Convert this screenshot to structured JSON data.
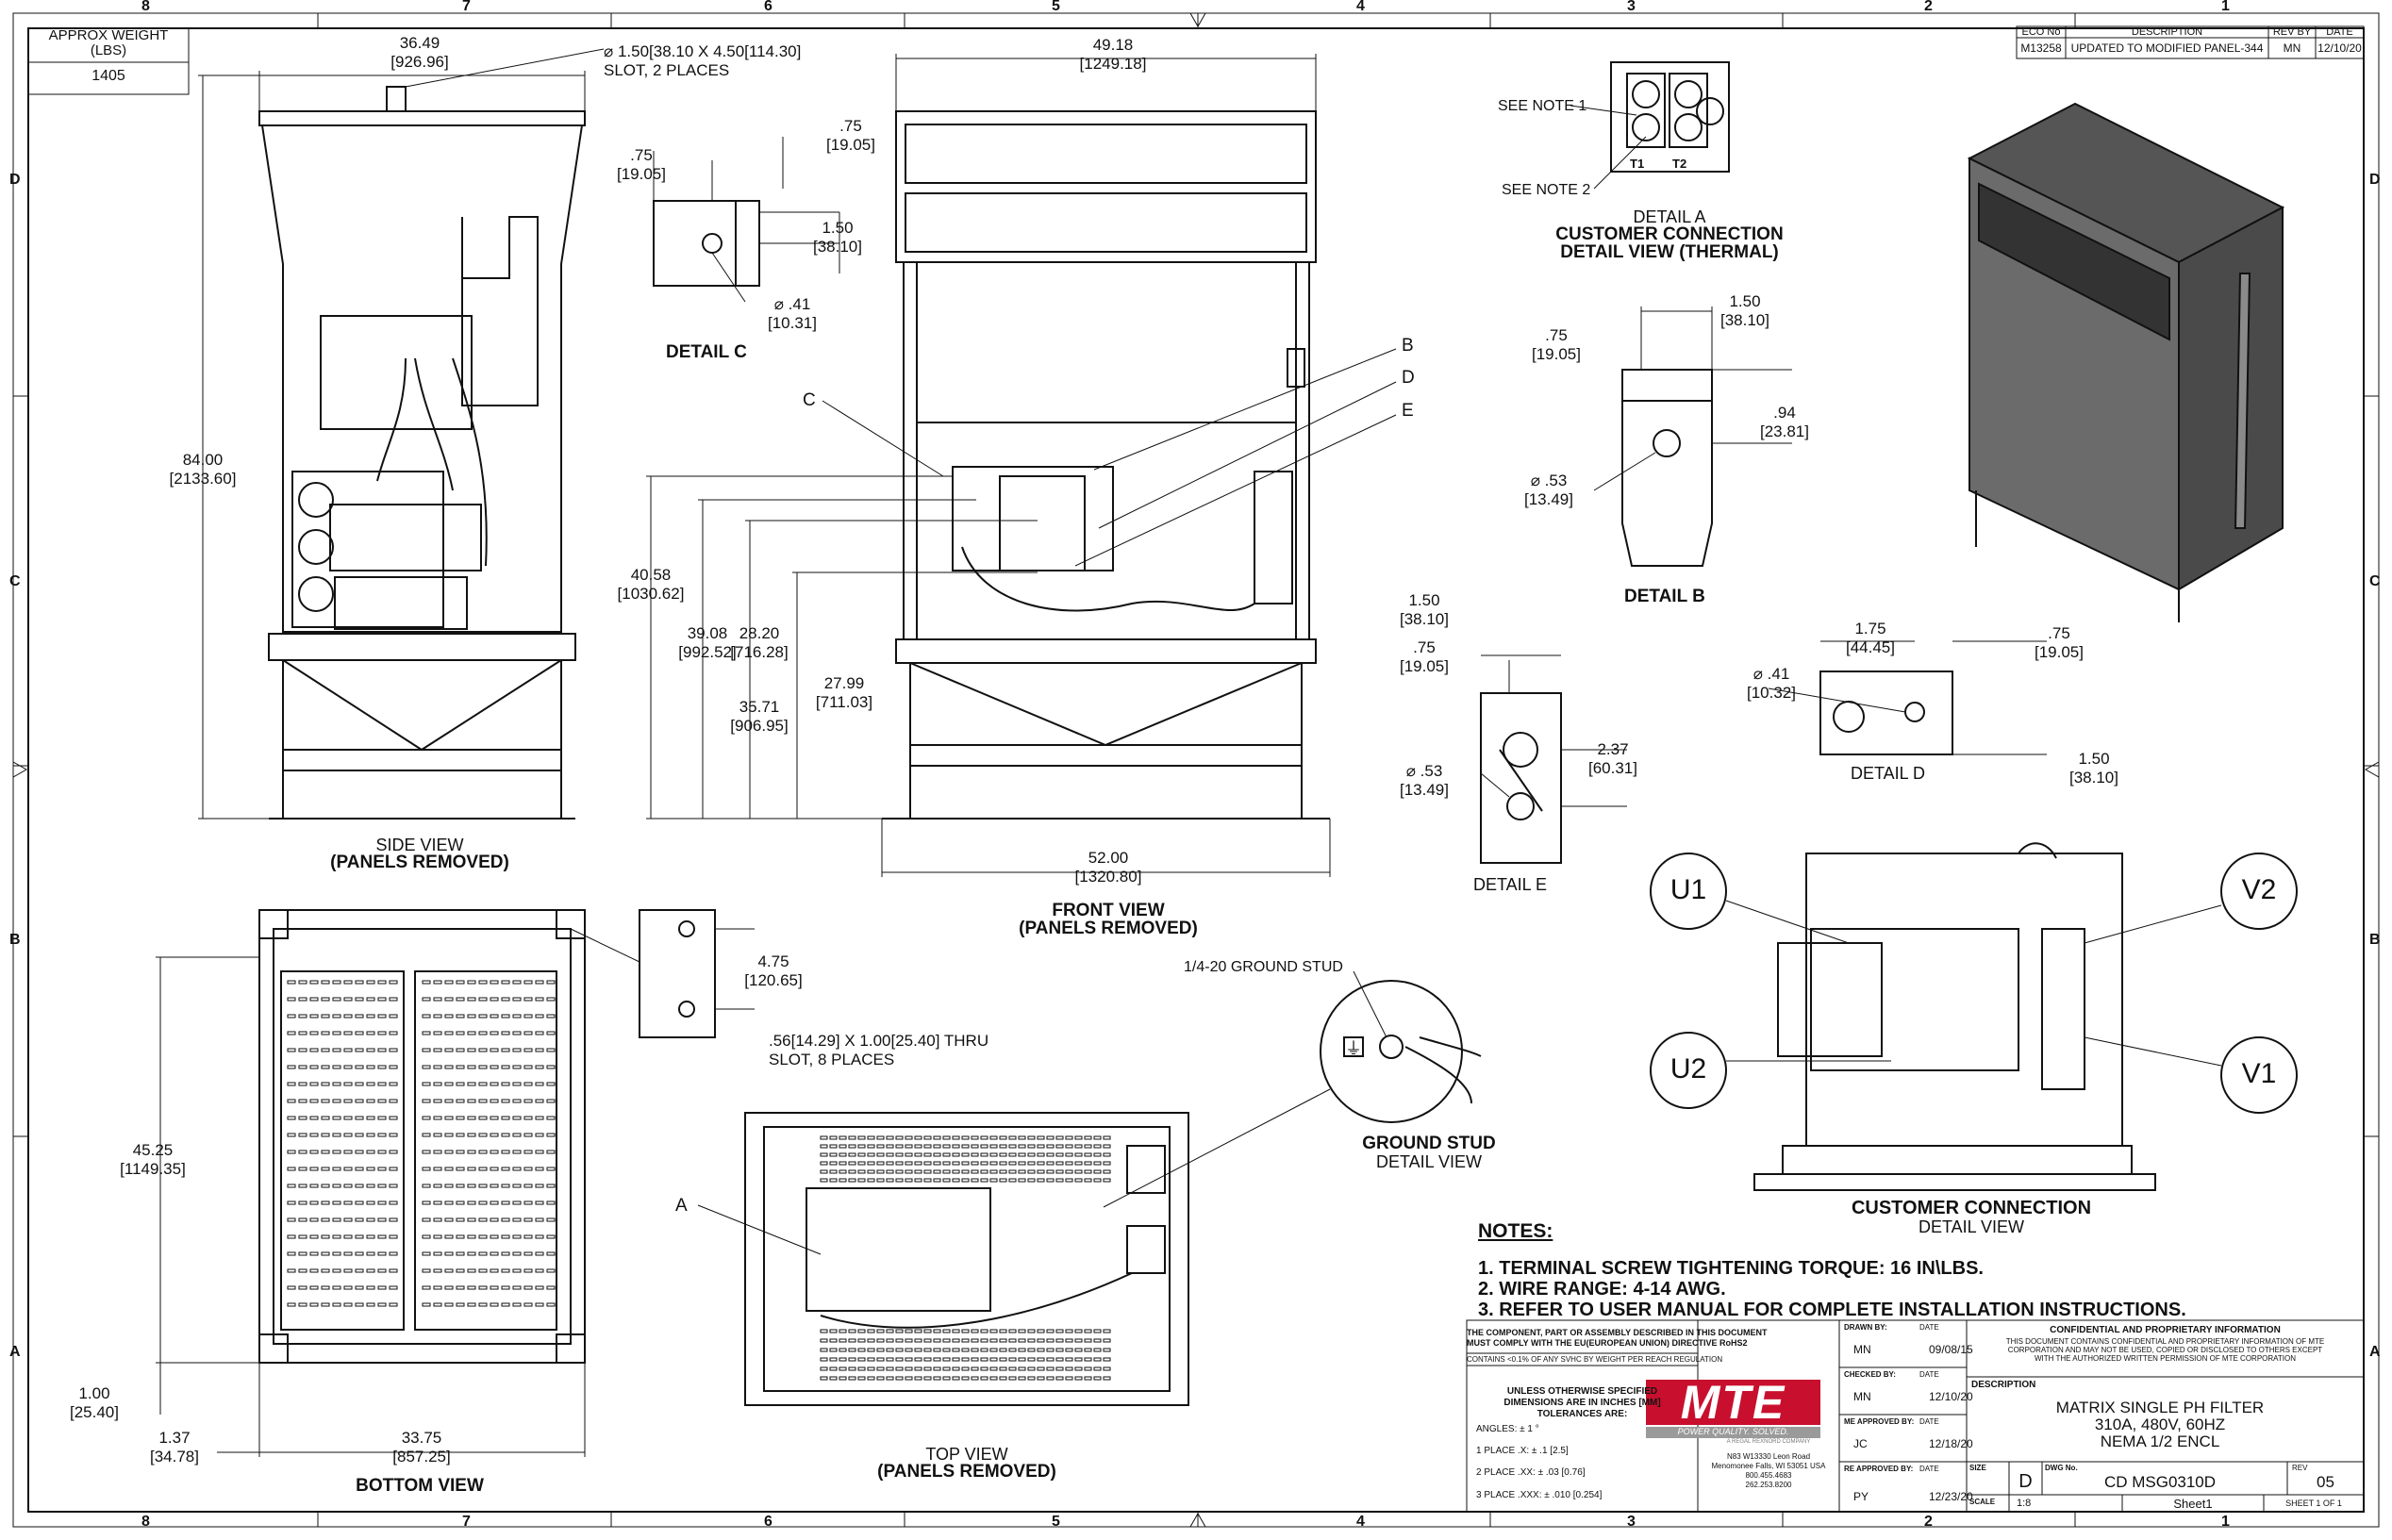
{
  "zones": {
    "top": [
      "8",
      "7",
      "6",
      "5",
      "4",
      "3",
      "2",
      "1"
    ],
    "bottom": [
      "8",
      "7",
      "6",
      "5",
      "4",
      "3",
      "2",
      "1"
    ],
    "left": [
      "D",
      "C",
      "B",
      "A"
    ],
    "right": [
      "D",
      "C",
      "B",
      "A"
    ]
  },
  "weight_box": {
    "label_line1": "APPROX WEIGHT",
    "label_line2": "(LBS)",
    "value": "1405"
  },
  "revision_block": {
    "headers": [
      "ECO No",
      "DESCRIPTION",
      "REV BY",
      "DATE"
    ],
    "row": [
      "M13258",
      "UPDATED TO MODIFIED PANEL-344",
      "MN",
      "12/10/20"
    ]
  },
  "views": {
    "side": {
      "title": "SIDE VIEW",
      "subtitle": "(PANELS REMOVED)"
    },
    "front": {
      "title": "FRONT VIEW",
      "subtitle": "(PANELS REMOVED)"
    },
    "detail_c": {
      "title": "DETAIL C"
    },
    "detail_a": {
      "line1": "DETAIL A",
      "line2": "CUSTOMER CONNECTION",
      "line3": "DETAIL VIEW (THERMAL)",
      "note1": "SEE NOTE 1",
      "note2": "SEE NOTE 2",
      "t1": "T1",
      "t2": "T2"
    },
    "detail_b": {
      "title": "DETAIL B"
    },
    "detail_d": {
      "title": "DETAIL D"
    },
    "detail_e": {
      "title": "DETAIL E"
    },
    "bottom": {
      "title": "BOTTOM VIEW"
    },
    "top": {
      "title": "TOP VIEW",
      "subtitle": "(PANELS REMOVED)"
    },
    "ground": {
      "title": "GROUND STUD",
      "subtitle": "DETAIL VIEW",
      "stud_label": "1/4-20 GROUND STUD"
    },
    "customer": {
      "title": "CUSTOMER CONNECTION",
      "subtitle": "DETAIL VIEW",
      "u1": "U1",
      "u2": "U2",
      "v1": "V1",
      "v2": "V2"
    }
  },
  "callouts": {
    "a": "A",
    "b": "B",
    "c": "C",
    "d": "D",
    "e": "E"
  },
  "dims": {
    "side_width": [
      "36.49",
      "[926.96]"
    ],
    "slot": [
      "⌀ 1.50[38.10 X 4.50[114.30]",
      "SLOT, 2 PLACES"
    ],
    "side_height": [
      "84.00",
      "[2133.60]"
    ],
    "front_width": [
      "49.18",
      "[1249.18]"
    ],
    "front_base": [
      "52.00",
      "[1320.80]"
    ],
    "h40": [
      "40.58",
      "[1030.62]"
    ],
    "h39": [
      "39.08",
      "[992.52]"
    ],
    "h35": [
      "35.71",
      "[906.95]"
    ],
    "h28": [
      "28.20",
      "[716.28]"
    ],
    "h27": [
      "27.99",
      "[711.03]"
    ],
    "c_75a": [
      ".75",
      "[19.05]"
    ],
    "c_75b": [
      ".75",
      "[19.05]"
    ],
    "c_150": [
      "1.50",
      "[38.10]"
    ],
    "c_dia41": [
      "⌀ .41",
      "[10.31]"
    ],
    "b_150": [
      "1.50",
      "[38.10]"
    ],
    "b_75": [
      ".75",
      "[19.05]"
    ],
    "b_94": [
      ".94",
      "[23.81]"
    ],
    "b_dia53": [
      "⌀ .53",
      "[13.49]"
    ],
    "e_150": [
      "1.50",
      "[38.10]"
    ],
    "e_75": [
      ".75",
      "[19.05]"
    ],
    "e_237": [
      "2.37",
      "[60.31]"
    ],
    "e_dia53": [
      "⌀ .53",
      "[13.49]"
    ],
    "d_175": [
      "1.75",
      "[44.45]"
    ],
    "d_75": [
      ".75",
      "[19.05]"
    ],
    "d_dia41": [
      "⌀ .41",
      "[10.32]"
    ],
    "d_150": [
      "1.50",
      "[38.10]"
    ],
    "slot8": [
      ".56[14.29] X 1.00[25.40] THRU",
      "SLOT, 8 PLACES"
    ],
    "bot_475": [
      "4.75",
      "[120.65]"
    ],
    "bot_4525": [
      "45.25",
      "[1149.35]"
    ],
    "bot_100": [
      "1.00",
      "[25.40]"
    ],
    "bot_137": [
      "1.37",
      "[34.78]"
    ],
    "bot_3375": [
      "33.75",
      "[857.25]"
    ]
  },
  "notes": {
    "title": "NOTES:",
    "items": [
      "1.  TERMINAL SCREW TIGHTENING TORQUE: 16 IN\\LBS.",
      "2.  WIRE RANGE: 4-14 AWG.",
      "3.  REFER TO USER MANUAL FOR COMPLETE INSTALLATION INSTRUCTIONS."
    ]
  },
  "title_block": {
    "compliance_line1": "THE COMPONENT, PART OR ASSEMBLY DESCRIBED IN THIS DOCUMENT",
    "compliance_line2": "MUST COMPLY WITH THE EU(EUROPEAN UNION) DIRECTIVE RoHS2",
    "svhc": "CONTAINS <0.1% OF ANY SVHC BY WEIGHT PER REACH REGULATION",
    "tol_line1": "UNLESS OTHERWISE SPECIFIED",
    "tol_line2": "DIMENSIONS ARE IN INCHES [MM]",
    "tol_line3": "TOLERANCES ARE:",
    "angles": "ANGLES: ± 1 °",
    "place1": "1 PLACE .X: ± .1 [2.5]",
    "place2": "2 PLACE .XX: ± .03 [0.76]",
    "place3": "3 PLACE .XXX: ± .010 [0.254]",
    "logo": "MTE",
    "tagline": "POWER QUALITY. SOLVED.",
    "company_sub": "A REGAL REXNORD COMPANY",
    "address1": "N83 W13330 Leon Road",
    "address2": "Menomonee Falls, WI 53051 USA",
    "phone": "800.455.4683",
    "fax": "262.253.8200",
    "drawn_by_label": "DRAWN BY:",
    "drawn_by": "MN",
    "drawn_date": "09/08/15",
    "checked_by_label": "CHECKED BY:",
    "checked_by": "MN",
    "checked_date": "12/10/20",
    "me_label": "ME APPROVED BY:",
    "me_by": "JC",
    "me_date": "12/18/20",
    "re_label": "RE APPROVED BY:",
    "re_by": "PY",
    "re_date": "12/23/20",
    "date_label": "DATE",
    "conf_title": "CONFIDENTIAL AND PROPRIETARY INFORMATION",
    "conf_line1": "THIS DOCUMENT CONTAINS CONFIDENTIAL AND PROPRIETARY INFORMATION OF MTE",
    "conf_line2": "CORPORATION AND MAY NOT BE USED, COPIED OR DISCLOSED TO OTHERS EXCEPT",
    "conf_line3": "WITH THE AUTHORIZED WRITTEN PERMISSION OF MTE CORPORATION",
    "description_label": "DESCRIPTION",
    "desc_line1": "MATRIX SINGLE PH FILTER",
    "desc_line2": "310A, 480V, 60HZ",
    "desc_line3": "NEMA 1/2 ENCL",
    "size_label": "SIZE",
    "size": "D",
    "dwg_label": "DWG No.",
    "dwg_no": "CD MSG0310D",
    "rev_label": "REV",
    "rev": "05",
    "scale_label": "SCALE",
    "scale": "1:8",
    "sheet_name": "Sheet1",
    "sheet": "SHEET 1  OF 1"
  }
}
